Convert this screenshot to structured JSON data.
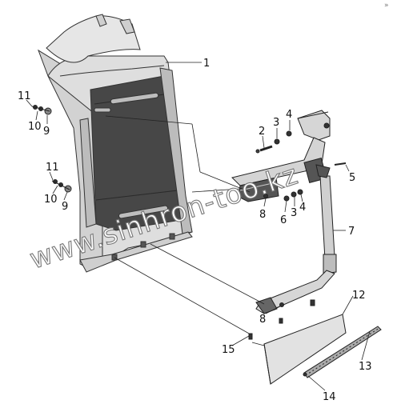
{
  "diagram": {
    "callouts": [
      {
        "id": "c1",
        "text": "1"
      },
      {
        "id": "c2",
        "text": "2"
      },
      {
        "id": "c3a",
        "text": "3"
      },
      {
        "id": "c3b",
        "text": "3"
      },
      {
        "id": "c4a",
        "text": "4"
      },
      {
        "id": "c4b",
        "text": "4"
      },
      {
        "id": "c5",
        "text": "5"
      },
      {
        "id": "c6",
        "text": "6"
      },
      {
        "id": "c7",
        "text": "7"
      },
      {
        "id": "c8a",
        "text": "8"
      },
      {
        "id": "c8b",
        "text": "8"
      },
      {
        "id": "c9a",
        "text": "9"
      },
      {
        "id": "c9b",
        "text": "9"
      },
      {
        "id": "c10a",
        "text": "10"
      },
      {
        "id": "c10b",
        "text": "10"
      },
      {
        "id": "c11a",
        "text": "11"
      },
      {
        "id": "c11b",
        "text": "11"
      },
      {
        "id": "c12",
        "text": "12"
      },
      {
        "id": "c13",
        "text": "13"
      },
      {
        "id": "c14",
        "text": "14"
      },
      {
        "id": "c15",
        "text": "15"
      }
    ],
    "watermark": "www.sinhron-too.kz",
    "corner_mark": "»"
  }
}
